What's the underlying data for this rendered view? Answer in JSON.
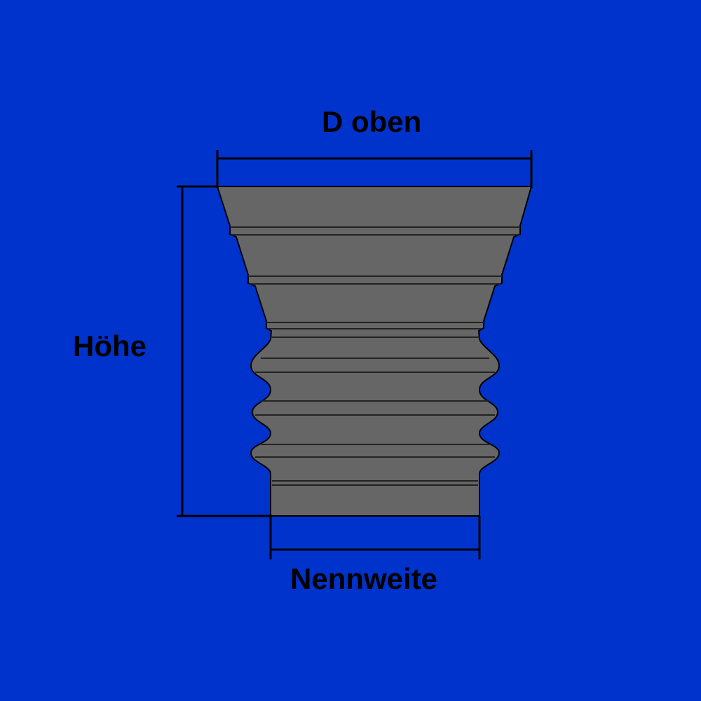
{
  "diagram": {
    "labels": {
      "top_diameter": "D oben",
      "height": "Höhe",
      "nominal_width": "Nennweite"
    },
    "colors": {
      "background": "#0033cc",
      "body": "#666666",
      "outline": "#000000"
    }
  }
}
